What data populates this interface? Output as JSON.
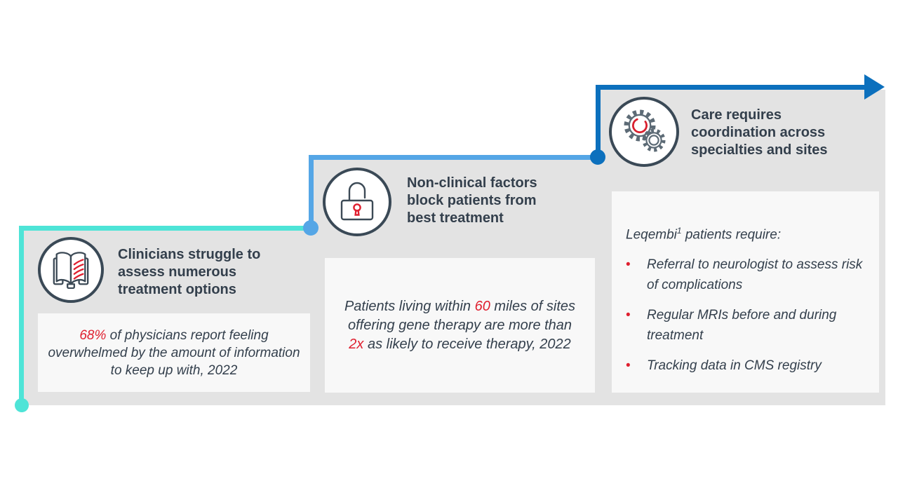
{
  "colors": {
    "panel_gray": "#e3e3e3",
    "card_gray": "#f8f8f8",
    "text_navy": "#333f4c",
    "accent_red": "#df1f2f",
    "step1_teal": "#4ee4d7",
    "step2_blue": "#55a6e6",
    "step3_dark_blue": "#0c70bd"
  },
  "bullet_marker": "•",
  "steps": [
    {
      "icon": "open-book-icon",
      "heading_lines": [
        "Clinicians struggle to",
        "assess numerous",
        "treatment options"
      ],
      "card": {
        "segments": [
          {
            "text": "68%",
            "red": true
          },
          {
            "text": " of physicians report feeling overwhelmed by the amount of information to keep up with, 2022",
            "red": false
          }
        ]
      }
    },
    {
      "icon": "open-padlock-icon",
      "heading_lines": [
        "Non-clinical factors",
        "block patients from",
        "best treatment"
      ],
      "card": {
        "segments": [
          {
            "text": "Patients living within ",
            "red": false
          },
          {
            "text": "60",
            "red": true
          },
          {
            "text": " miles of sites offering gene therapy are more than ",
            "red": false
          },
          {
            "text": "2x",
            "red": true
          },
          {
            "text": " as likely to receive therapy, 2022",
            "red": false
          }
        ]
      }
    },
    {
      "icon": "gears-icon",
      "heading_lines": [
        "Care requires",
        "coordination across",
        "specialties and sites"
      ],
      "card": {
        "intro_pre": "Leqembi",
        "intro_sup": "1",
        "intro_post": " patients require:",
        "bullets": [
          "Referral to neurologist to assess risk of complications",
          "Regular MRIs before and during treatment",
          "Tracking data in CMS registry"
        ]
      }
    }
  ]
}
